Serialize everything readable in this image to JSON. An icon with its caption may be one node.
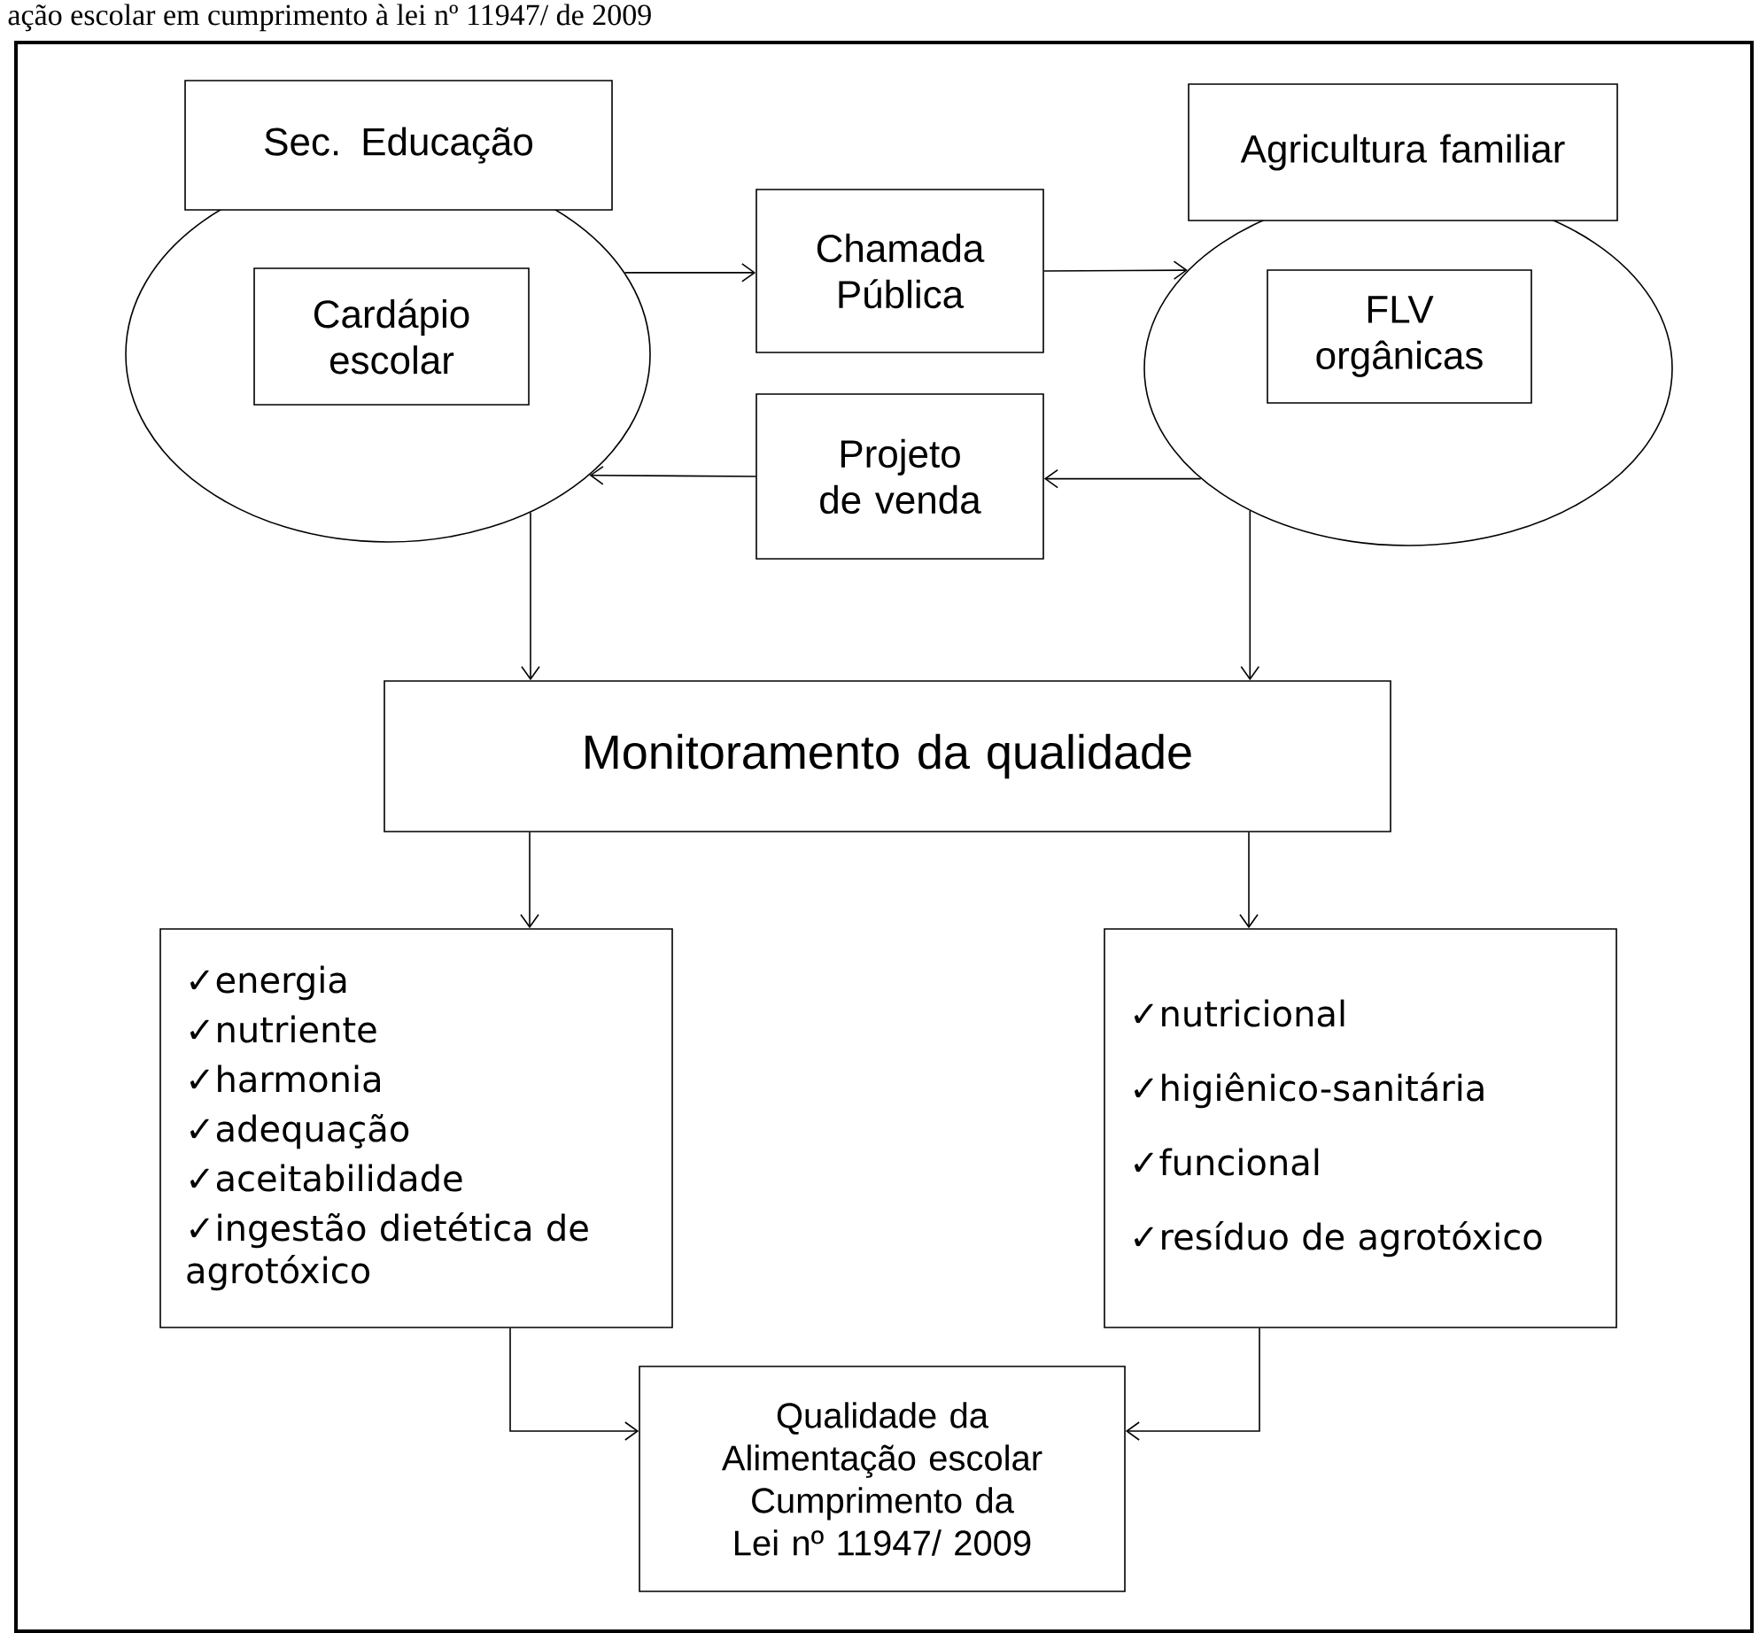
{
  "diagram": {
    "nodes": [
      {
        "text": [],
        "shape": "ellipse"
      },
      {
        "text": [
          "Sec. Educação"
        ]
      },
      {
        "text": [
          "Cardápio escolar"
        ],
        "in": 0
      },
      {
        "text": [
          "Chamada Pública"
        ]
      },
      {
        "text": [
          "Projeto de venda"
        ]
      },
      {
        "text": [],
        "shape": "ellipse"
      },
      {
        "text": [
          "Agricultura familiar"
        ]
      },
      {
        "text": [
          "FLV orgânicas"
        ],
        "in": 5
      },
      {
        "text": [
          "Monitoramento da qualidade"
        ]
      },
      {
        "text": [
          "✓energia",
          "✓nutriente",
          "✓harmonia",
          "✓adequação",
          "✓aceitabilidade",
          "✓ingestão dietética de agrotóxico"
        ]
      },
      {
        "text": [
          "✓nutricional",
          "✓higiênico-sanitária",
          "✓funcional",
          "✓resíduo de agrotóxico"
        ]
      },
      {
        "text": [
          "Qualidade da Alimentação escolar Cumprimento da Lei nº 11947/ 2009"
        ]
      }
    ],
    "edges": [
      {
        "from": 0,
        "to": 3,
        "arrow": "to"
      },
      {
        "from": 3,
        "to": 5,
        "arrow": "to"
      },
      {
        "from": 5,
        "to": 4,
        "arrow": "to"
      },
      {
        "from": 4,
        "to": 0,
        "arrow": "to"
      },
      {
        "from": 0,
        "to": 8,
        "arrow": "to"
      },
      {
        "from": 5,
        "to": 8,
        "arrow": "to"
      },
      {
        "from": 8,
        "to": 9,
        "arrow": "to"
      },
      {
        "from": 8,
        "to": 10,
        "arrow": "to"
      },
      {
        "from": 9,
        "to": 11,
        "arrow": "to"
      },
      {
        "from": 10,
        "to": 11,
        "arrow": "to"
      }
    ],
    "labels": [
      "ação escolar em cumprimento à lei nº 11947/ de 2009"
    ]
  }
}
